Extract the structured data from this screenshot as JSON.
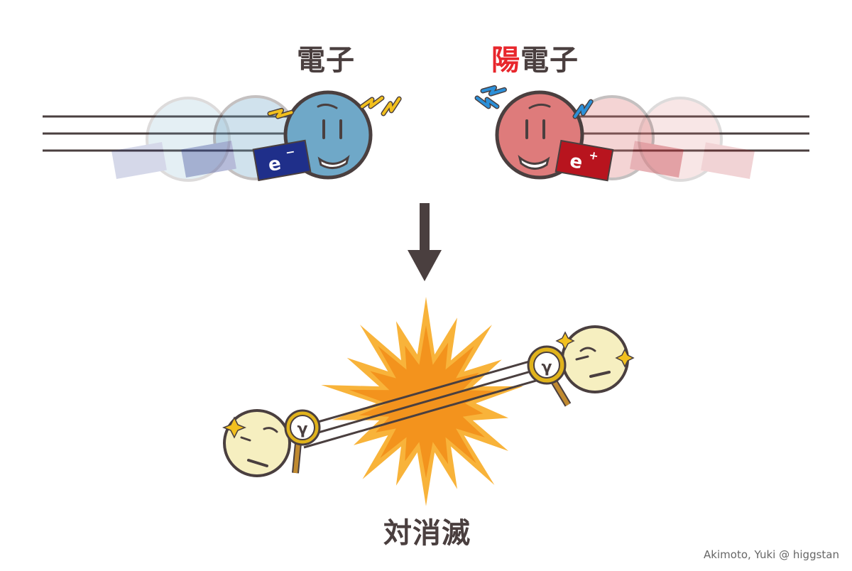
{
  "labels": {
    "electron": "電子",
    "positron_prefix": "陽",
    "positron_suffix": "電子",
    "annihilation": "対消滅"
  },
  "particles": {
    "electron_tag": "e",
    "electron_sign": "−",
    "positron_tag": "e",
    "positron_sign": "+",
    "photon_symbol": "γ"
  },
  "credit": "Akimoto, Yuki @ higgstan",
  "colors": {
    "electron_body": "#6fa8c8",
    "electron_tag": "#1f2f8a",
    "positron_body": "#de7b7b",
    "positron_tag": "#b8141e",
    "photon_body": "#f6efc0",
    "photon_ring": "#e0b31c",
    "burst_outer": "#f8b33a",
    "burst_inner": "#f3931d",
    "outline": "#4a3f3f",
    "spark_yellow": "#f2c01e",
    "spark_blue": "#2b8fd8",
    "label_red": "#e8262c"
  },
  "icons": [
    "spark-icon",
    "arrow-down-icon",
    "burst-icon",
    "photon-icon"
  ]
}
